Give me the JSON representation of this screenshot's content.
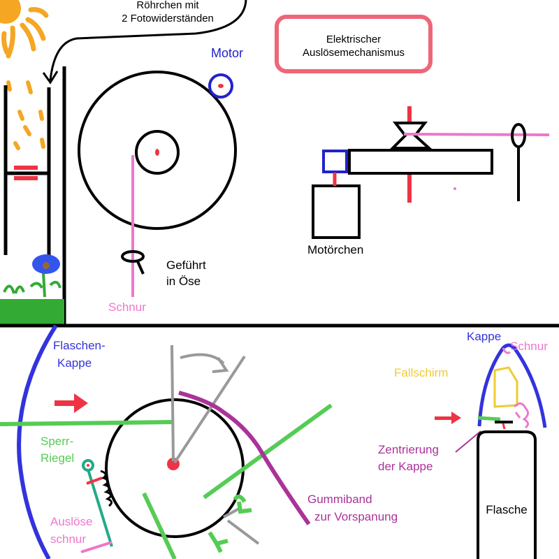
{
  "top_panel": {
    "tube_label_line1": "Röhrchen mit",
    "tube_label_line2": "2 Fotowiderständen",
    "motor_label": "Motor",
    "box_label_line1": "Elektrischer",
    "box_label_line2": "Auslösemechanismus",
    "small_motor_label": "Motörchen",
    "guided_label_line1": "Geführt",
    "guided_label_line2": "in Öse",
    "string_label": "Schnur"
  },
  "bottom_panel": {
    "bottle_cap_line1": "Flaschen-",
    "bottle_cap_line2": "Kappe",
    "latch_line1": "Sperr-",
    "latch_line2": "Riegel",
    "trigger_line1": "Auslöse",
    "trigger_line2": "schnur",
    "rubber_line1": "Gummiband",
    "rubber_line2": "zur Vorspanung",
    "cap_label": "Kappe",
    "string_label": "Schnur",
    "parachute_label": "Fallschirm",
    "centering_line1": "Zentrierung",
    "centering_line2": "der Kappe",
    "bottle_label": "Flasche"
  },
  "colors": {
    "black": "#000000",
    "red": "#ee3344",
    "pink": "#ee77cc",
    "blue": "#2222cc",
    "green": "#55cc55",
    "gray": "#999999",
    "purple": "#aa3399",
    "teal": "#22aa88",
    "orange": "#f5a623",
    "yellow": "#eecc33",
    "box_border": "#ee6677"
  }
}
